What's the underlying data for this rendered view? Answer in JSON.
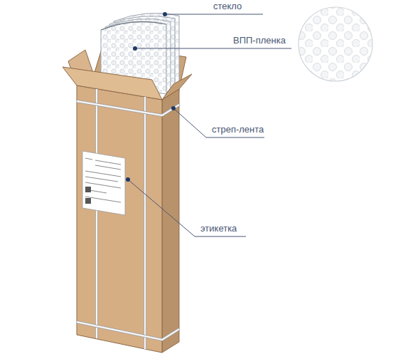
{
  "diagram": {
    "labels": [
      "стекло",
      "ВПП-пленка",
      "стреп-лента",
      "этикетка"
    ]
  }
}
